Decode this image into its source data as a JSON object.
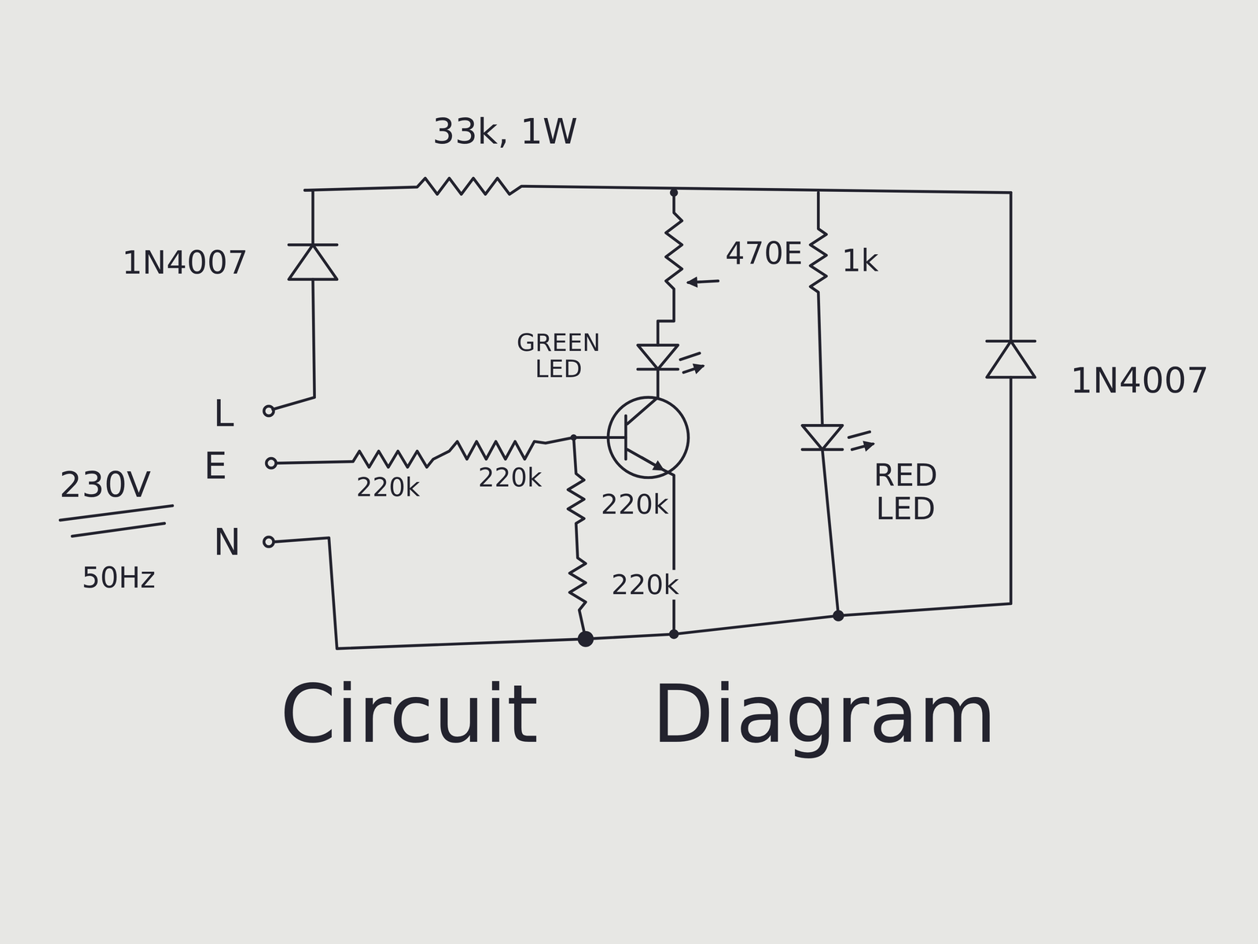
{
  "diagram": {
    "caption": "Circuit Diagram",
    "labels": [
      "33k, 1W",
      "1N4007",
      "470E",
      "1k",
      "GREEN LED",
      "L",
      "230V",
      "E",
      "N",
      "50Hz",
      "220k",
      "220k",
      "220k",
      "220k",
      "RED LED",
      "1N4007"
    ]
  }
}
